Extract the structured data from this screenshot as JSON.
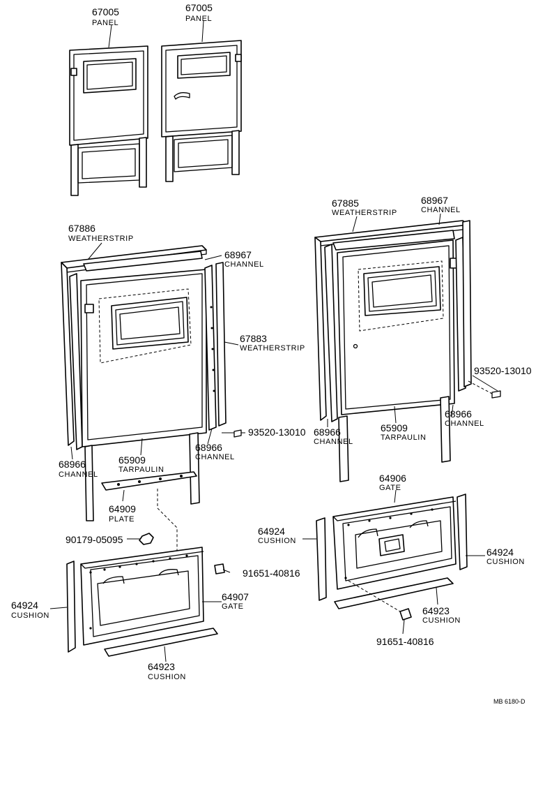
{
  "reference": "MB 6180-D",
  "callouts": [
    {
      "id": "c1",
      "number": "67005",
      "name": "PANEL"
    },
    {
      "id": "c2",
      "number": "67005",
      "name": "PANEL"
    },
    {
      "id": "c3",
      "number": "67886",
      "name": "WEATHERSTRIP"
    },
    {
      "id": "c4",
      "number": "68967",
      "name": "CHANNEL"
    },
    {
      "id": "c5",
      "number": "67883",
      "name": "WEATHERSTRIP"
    },
    {
      "id": "c6",
      "number": "93520-13010",
      "name": ""
    },
    {
      "id": "c7",
      "number": "68966",
      "name": "CHANNEL"
    },
    {
      "id": "c8",
      "number": "68966",
      "name": "CHANNEL"
    },
    {
      "id": "c9",
      "number": "65909",
      "name": "TARPAULIN"
    },
    {
      "id": "c10",
      "number": "64909",
      "name": "PLATE"
    },
    {
      "id": "c11",
      "number": "90179-05095",
      "name": ""
    },
    {
      "id": "c12",
      "number": "91651-40816",
      "name": ""
    },
    {
      "id": "c13",
      "number": "64907",
      "name": "GATE"
    },
    {
      "id": "c14",
      "number": "64924",
      "name": "CUSHION"
    },
    {
      "id": "c15",
      "number": "64923",
      "name": "CUSHION"
    },
    {
      "id": "c16",
      "number": "67885",
      "name": "WEATHERSTRIP"
    },
    {
      "id": "c17",
      "number": "68967",
      "name": "CHANNEL"
    },
    {
      "id": "c18",
      "number": "93520-13010",
      "name": ""
    },
    {
      "id": "c19",
      "number": "68966",
      "name": "CHANNEL"
    },
    {
      "id": "c20",
      "number": "68966",
      "name": "CHANNEL"
    },
    {
      "id": "c21",
      "number": "65909",
      "name": "TARPAULIN"
    },
    {
      "id": "c22",
      "number": "64906",
      "name": "GATE"
    },
    {
      "id": "c23",
      "number": "64924",
      "name": "CUSHION"
    },
    {
      "id": "c24",
      "number": "64924",
      "name": "CUSHION"
    },
    {
      "id": "c25",
      "number": "64923",
      "name": "CUSHION"
    },
    {
      "id": "c26",
      "number": "91651-40816",
      "name": ""
    }
  ]
}
